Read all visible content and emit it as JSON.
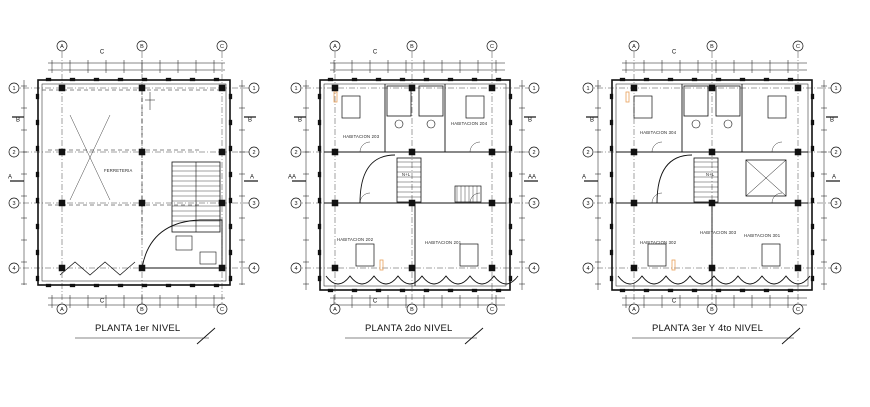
{
  "colors": {
    "background": "#ffffff",
    "ink": "#111111",
    "accent": "#e9a15a"
  },
  "plans": [
    {
      "caption": "PLANTA 1er NIVEL",
      "axis_letters": [
        "A",
        "B",
        "C"
      ],
      "axis_numbers": [
        "1",
        "2",
        "3",
        "4"
      ],
      "section_marks": [
        "B",
        "A",
        "C"
      ],
      "room_labels": [
        "FERRETERIA"
      ]
    },
    {
      "caption": "PLANTA 2do NIVEL",
      "axis_letters": [
        "A",
        "B",
        "C"
      ],
      "axis_numbers": [
        "1",
        "2",
        "3",
        "4"
      ],
      "section_marks": [
        "B",
        "AA",
        "C"
      ],
      "room_labels": [
        "HABITACION 201",
        "HABITACION 202",
        "HABITACION 203",
        "HABITACION 204",
        "N+L"
      ]
    },
    {
      "caption": "PLANTA 3er Y 4to NIVEL",
      "axis_letters": [
        "A",
        "B",
        "C"
      ],
      "axis_numbers": [
        "1",
        "2",
        "3",
        "4"
      ],
      "section_marks": [
        "B",
        "A",
        "C"
      ],
      "room_labels": [
        "HABITACION 301",
        "HABITACION 302",
        "HABITACION 303",
        "HABITACION 304",
        "N+L"
      ]
    }
  ]
}
